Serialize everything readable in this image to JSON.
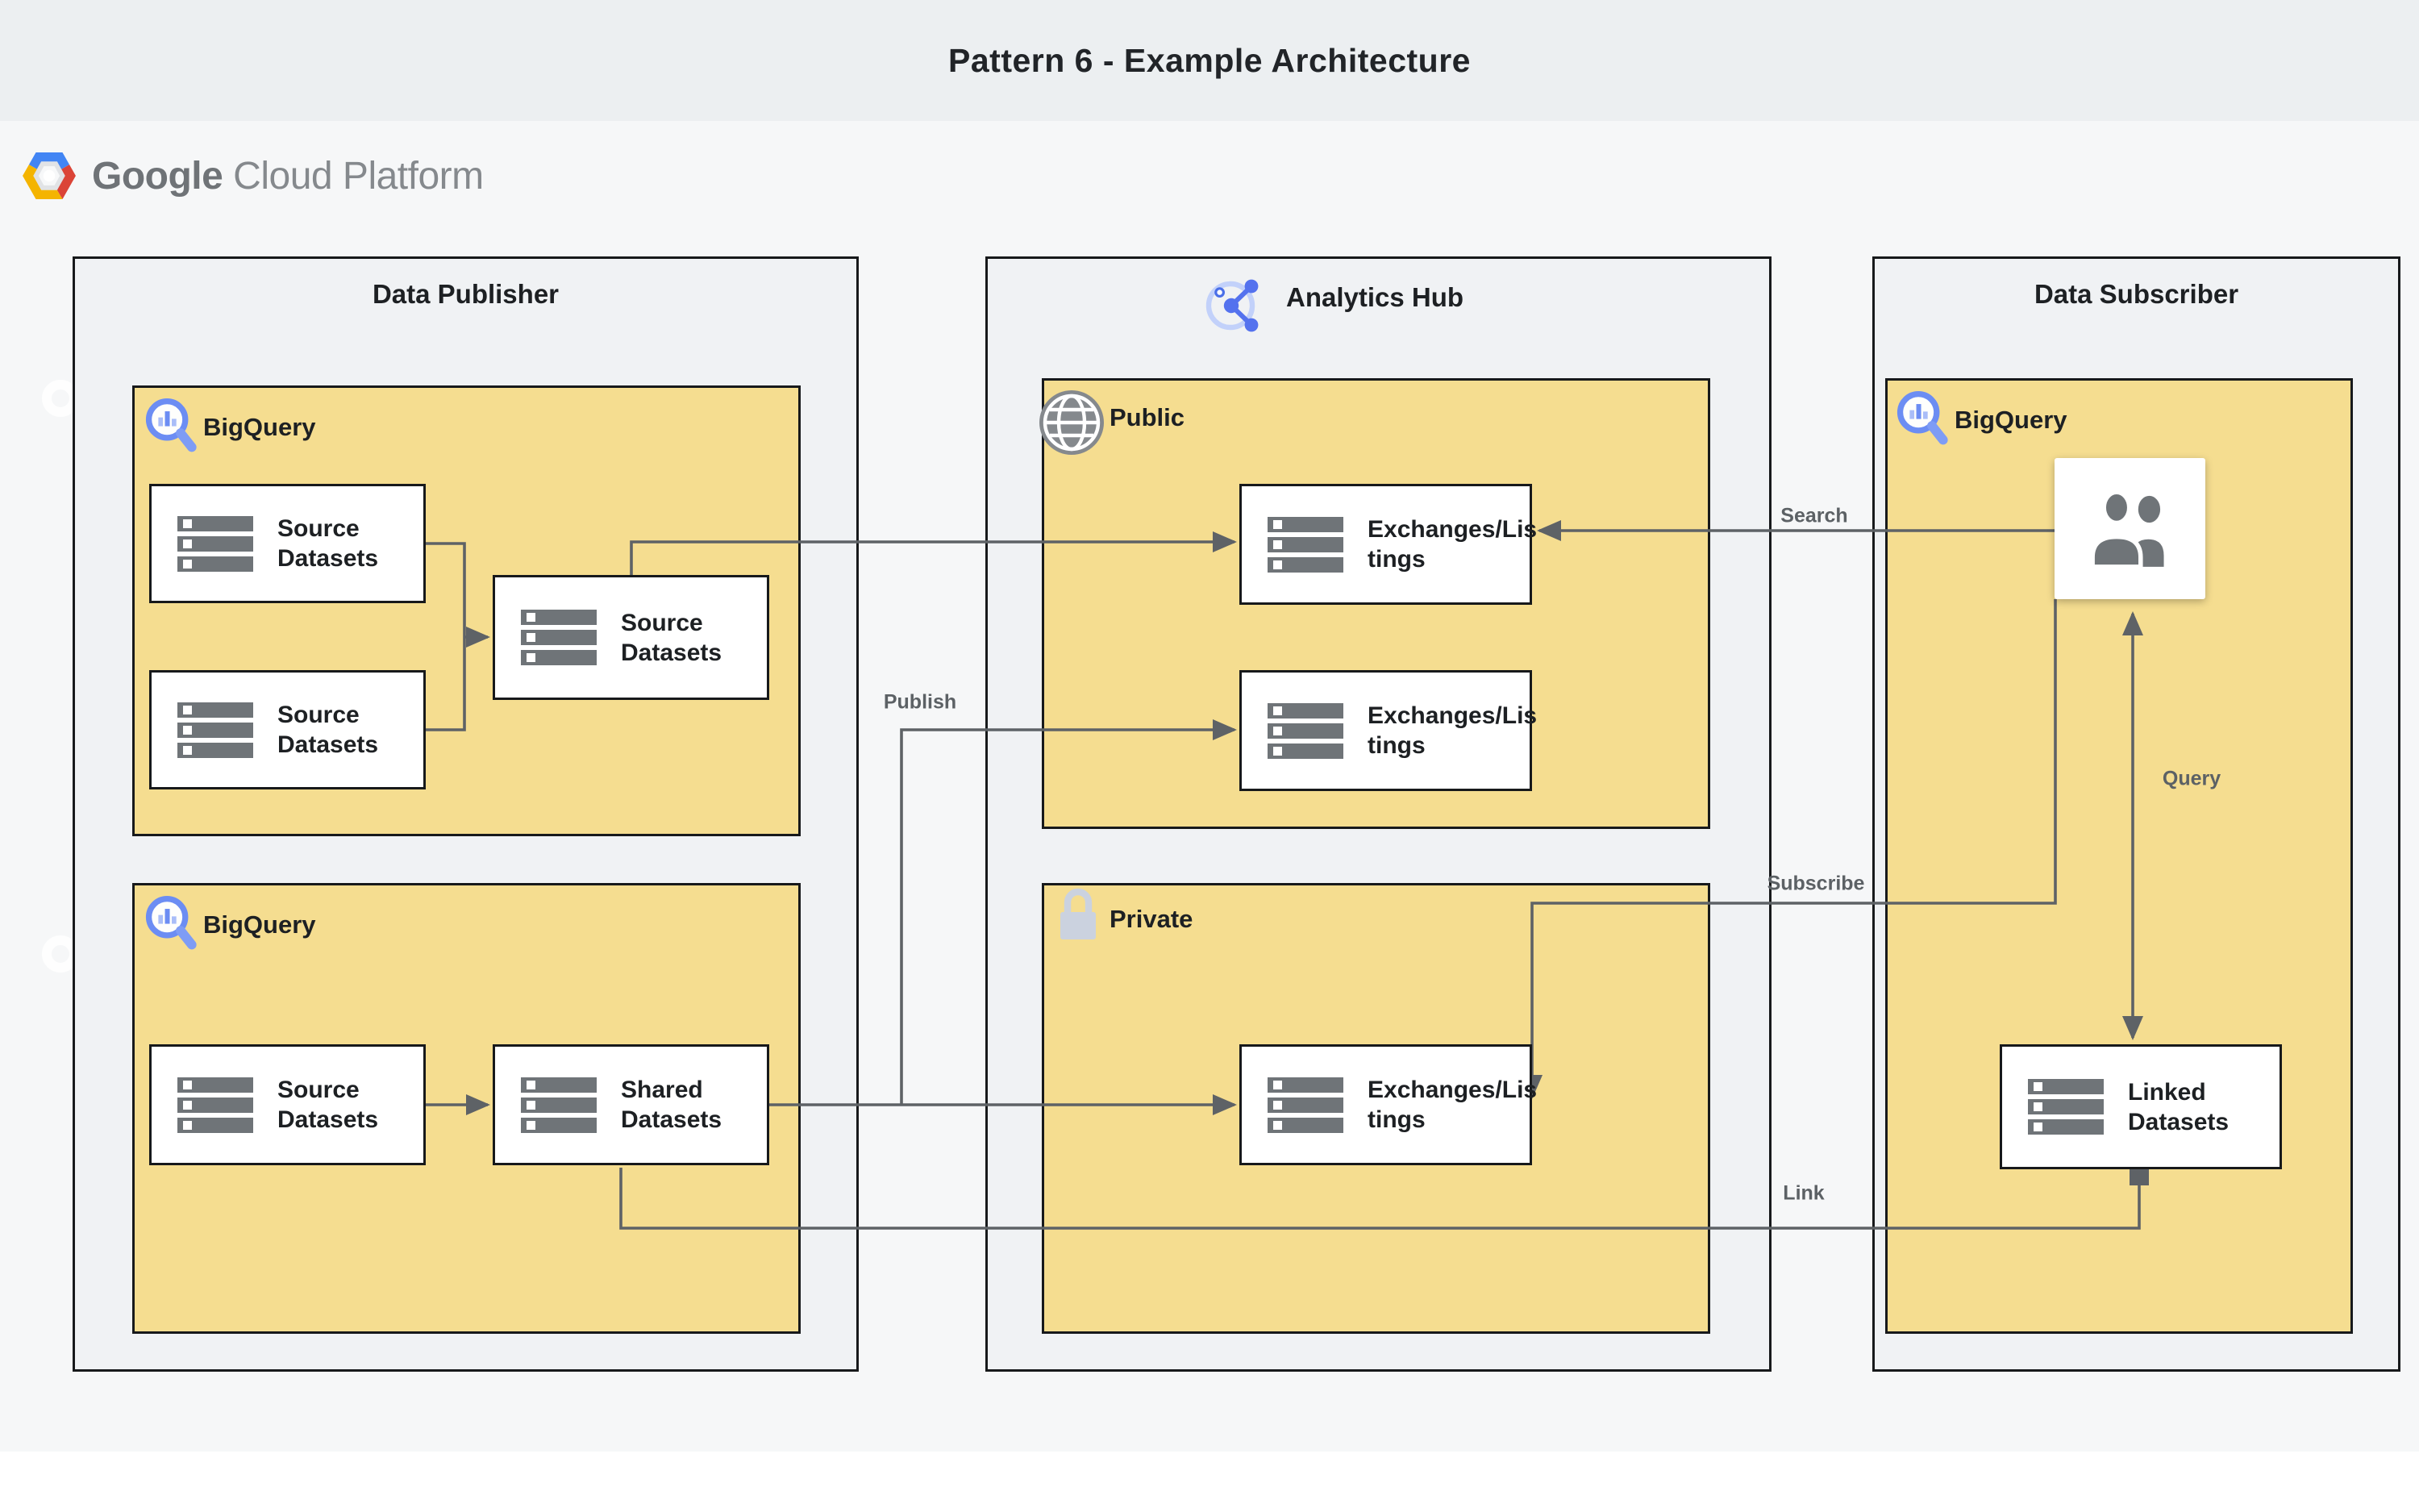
{
  "page": {
    "title": "Pattern 6 - Example Architecture"
  },
  "logo": {
    "brand": "Google",
    "product": "Cloud Platform"
  },
  "containers": {
    "publisher": {
      "title": "Data Publisher"
    },
    "hub": {
      "title": "Analytics Hub"
    },
    "subscriber": {
      "title": "Data Subscriber"
    }
  },
  "groups": {
    "publisher_bq_top": {
      "label": "BigQuery"
    },
    "publisher_bq_bottom": {
      "label": "BigQuery"
    },
    "public": {
      "label": "Public"
    },
    "private": {
      "label": "Private"
    },
    "subscriber_bq": {
      "label": "BigQuery"
    }
  },
  "nodes": {
    "source_a": {
      "label": "Source\nDatasets"
    },
    "source_b": {
      "label": "Source\nDatasets"
    },
    "source_c": {
      "label": "Source\nDatasets"
    },
    "source_d": {
      "label": "Source\nDatasets"
    },
    "shared": {
      "label": "Shared\nDatasets"
    },
    "exchange_public_1": {
      "label": "Exchanges/Lis\ntings"
    },
    "exchange_public_2": {
      "label": "Exchanges/Lis\ntings"
    },
    "exchange_private": {
      "label": "Exchanges/Lis\ntings"
    },
    "linked": {
      "label": "Linked\nDatasets"
    }
  },
  "edges": {
    "publish": {
      "label": "Publish"
    },
    "search": {
      "label": "Search"
    },
    "subscribe": {
      "label": "Subscribe"
    },
    "query": {
      "label": "Query"
    },
    "link": {
      "label": "Link"
    }
  },
  "icons": {
    "bigquery": "magnifier-bar-chart",
    "analytics_hub": "share-nodes-circle",
    "public": "globe",
    "private": "lock",
    "subscriber_users": "two-people",
    "dataset": "server-stack",
    "gcp": "hexagon-logo"
  },
  "colors": {
    "group_yellow": "#F5DD90",
    "container_gray": "#F0F2F4",
    "line_gray": "#5E6266",
    "icon_gray": "#6F7478",
    "accent_blue": "#5C80F2",
    "lock_gray_blue": "#CBD2DF",
    "band_gray": "#ECEFF1"
  }
}
